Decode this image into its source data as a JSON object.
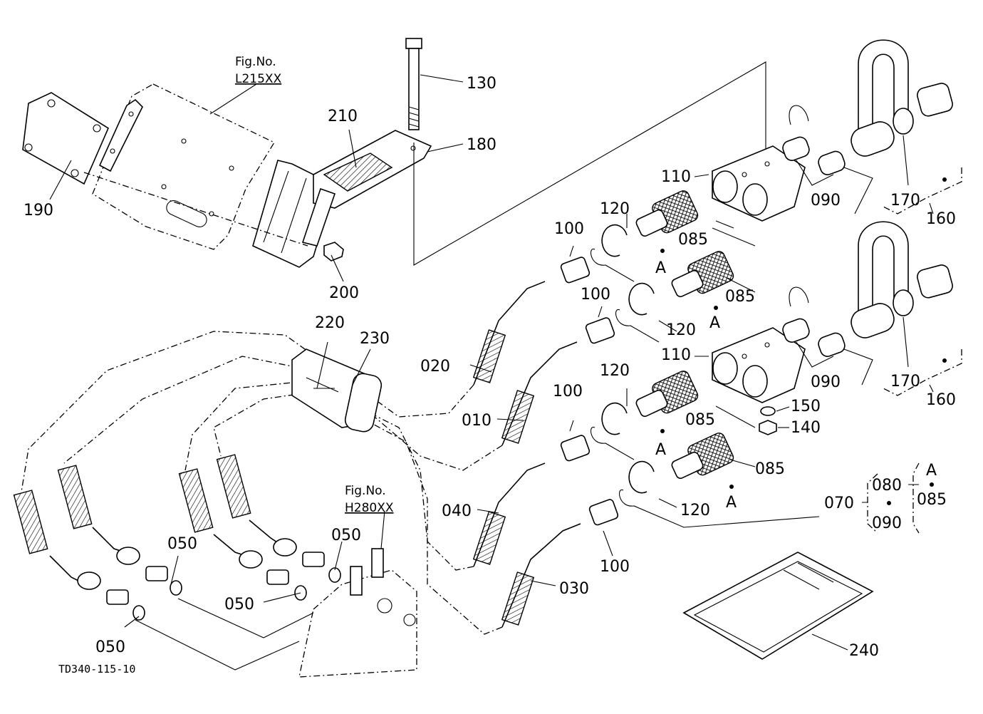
{
  "figure_code": "TD340-115-10",
  "references": [
    {
      "title": "Fig.No.",
      "code": "L215XX"
    },
    {
      "title": "Fig.No.",
      "code": "H280XX"
    }
  ],
  "labels": {
    "p010": "010",
    "p020": "020",
    "p030": "030",
    "p040": "040",
    "p050": "050",
    "p070": "070",
    "p080": "080",
    "p085": "085",
    "p090": "090",
    "p100": "100",
    "p110": "110",
    "p120": "120",
    "p130": "130",
    "p140": "140",
    "p150": "150",
    "p160": "160",
    "p170": "170",
    "p180": "180",
    "p190": "190",
    "p200": "200",
    "p210": "210",
    "p220": "220",
    "p230": "230",
    "p240": "240",
    "marker_a": "A"
  }
}
